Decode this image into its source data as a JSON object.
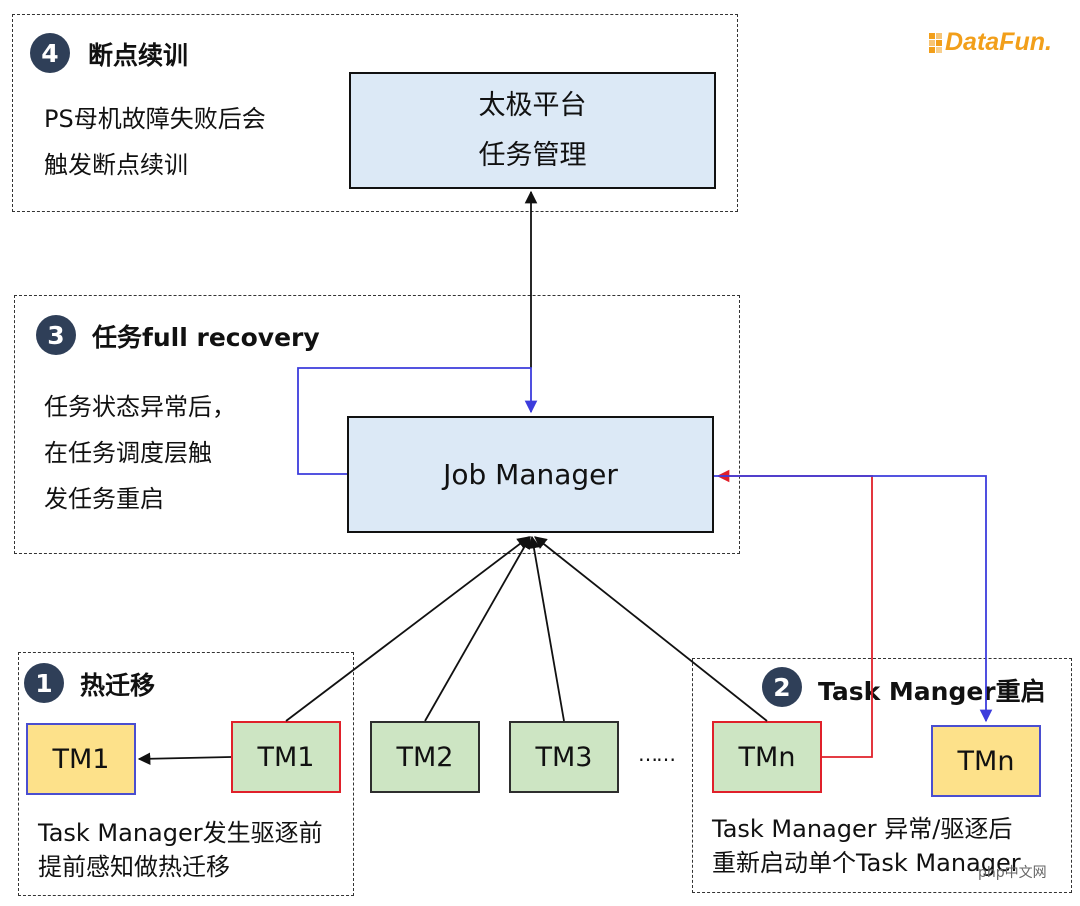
{
  "logo": {
    "text": "DataFun."
  },
  "watermark": {
    "text": "php中文网"
  },
  "section4": {
    "badge": "4",
    "title": "断点续训",
    "desc": [
      "PS母机故障失败后会",
      "触发断点续训"
    ]
  },
  "platform_box": {
    "lines": [
      "太极平台",
      "任务管理"
    ]
  },
  "section3": {
    "badge": "3",
    "title": "任务full recovery",
    "desc": [
      "任务状态异常后，",
      "在任务调度层触",
      "发任务重启"
    ]
  },
  "job_manager": {
    "label": "Job Manager"
  },
  "section1": {
    "badge": "1",
    "title": "热迁移",
    "tm_target": "TM1",
    "tm_source": "TM1",
    "desc": [
      "Task Manager发生驱逐前",
      "提前感知做热迁移"
    ]
  },
  "middle_tms": [
    "TM2",
    "TM3"
  ],
  "ellipsis": "……",
  "section2": {
    "badge": "2",
    "title": "Task Manger重启",
    "tm_source": "TMn",
    "tm_target": "TMn",
    "desc": [
      "Task Manager 异常/驱逐后",
      "重新启动单个Task Manager"
    ]
  },
  "colors": {
    "red_line": "#e0202a",
    "blue_line": "#3c3cdc",
    "badge": "#2f3f58",
    "logo": "#f29f1a"
  }
}
